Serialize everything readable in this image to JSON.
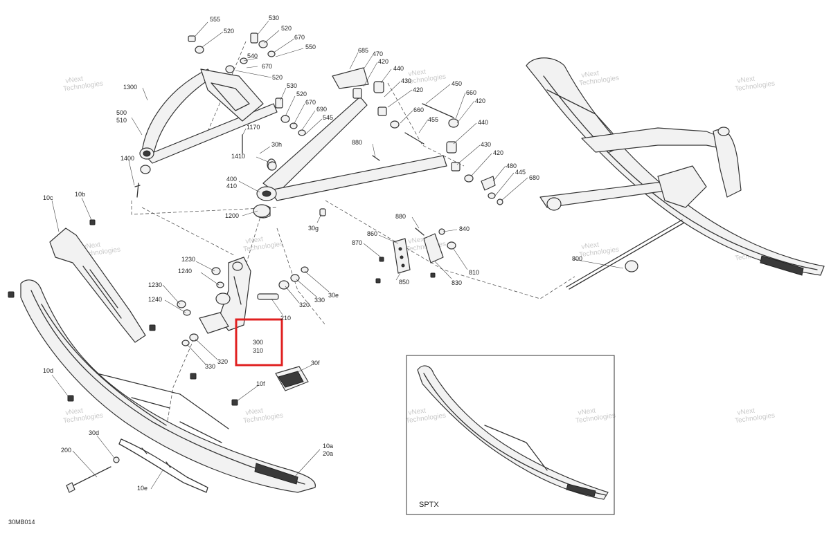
{
  "diagram_code": "30MB014",
  "inset_label": "SPTX",
  "highlight_labels": [
    "300",
    "310"
  ],
  "watermark": [
    "vNext",
    "Technologies"
  ],
  "callouts": [
    {
      "text": "555"
    },
    {
      "text": "520"
    },
    {
      "text": "530"
    },
    {
      "text": "520"
    },
    {
      "text": "540"
    },
    {
      "text": "670"
    },
    {
      "text": "550"
    },
    {
      "text": "670"
    },
    {
      "text": "520"
    },
    {
      "text": "530"
    },
    {
      "text": "520"
    },
    {
      "text": "670"
    },
    {
      "text": "690"
    },
    {
      "text": "545"
    },
    {
      "text": "1300"
    },
    {
      "text": "500"
    },
    {
      "text": "510"
    },
    {
      "text": "1170"
    },
    {
      "text": "30h"
    },
    {
      "text": "1410"
    },
    {
      "text": "1400"
    },
    {
      "text": "400"
    },
    {
      "text": "410"
    },
    {
      "text": "1200"
    },
    {
      "text": "30g"
    },
    {
      "text": "685"
    },
    {
      "text": "470"
    },
    {
      "text": "420"
    },
    {
      "text": "440"
    },
    {
      "text": "430"
    },
    {
      "text": "420"
    },
    {
      "text": "450"
    },
    {
      "text": "660"
    },
    {
      "text": "420"
    },
    {
      "text": "660"
    },
    {
      "text": "455"
    },
    {
      "text": "880"
    },
    {
      "text": "440"
    },
    {
      "text": "430"
    },
    {
      "text": "420"
    },
    {
      "text": "480"
    },
    {
      "text": "445"
    },
    {
      "text": "680"
    },
    {
      "text": "10c"
    },
    {
      "text": "10b"
    },
    {
      "text": "880"
    },
    {
      "text": "840"
    },
    {
      "text": "860"
    },
    {
      "text": "870"
    },
    {
      "text": "810"
    },
    {
      "text": "850"
    },
    {
      "text": "830"
    },
    {
      "text": "800"
    },
    {
      "text": "1230"
    },
    {
      "text": "1240"
    },
    {
      "text": "1230"
    },
    {
      "text": "1240"
    },
    {
      "text": "30e"
    },
    {
      "text": "330"
    },
    {
      "text": "320"
    },
    {
      "text": "210"
    },
    {
      "text": "330"
    },
    {
      "text": "320"
    },
    {
      "text": "30f"
    },
    {
      "text": "10d"
    },
    {
      "text": "10f"
    },
    {
      "text": "30d"
    },
    {
      "text": "200"
    },
    {
      "text": "10e"
    },
    {
      "text": "10a"
    },
    {
      "text": "20a"
    }
  ]
}
